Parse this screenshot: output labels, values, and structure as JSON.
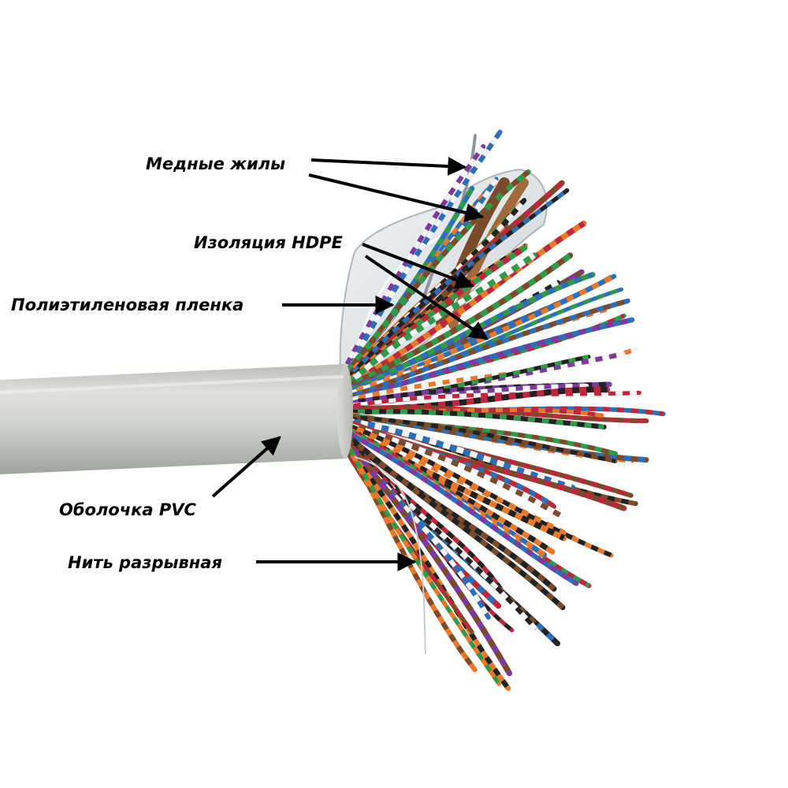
{
  "labels": {
    "copper_wires": "Медные жилы",
    "hdpe_insulation": "Изоляция HDPE",
    "polyethylene_film": "Полиэтиленовая пленка",
    "pvc_sheath": "Оболочка PVC",
    "ripcord": "Нить разрывная"
  },
  "colors": {
    "background": "#ffffff",
    "text": "#000000",
    "arrow": "#000000",
    "sheath": "#cfd1cc",
    "film": "#e6e9ec",
    "wire_palette": [
      "#c0263a",
      "#2c6fb8",
      "#e8782a",
      "#2f9a4a",
      "#f4f4f4",
      "#7a4a2a",
      "#222222",
      "#7b3aa0"
    ]
  }
}
